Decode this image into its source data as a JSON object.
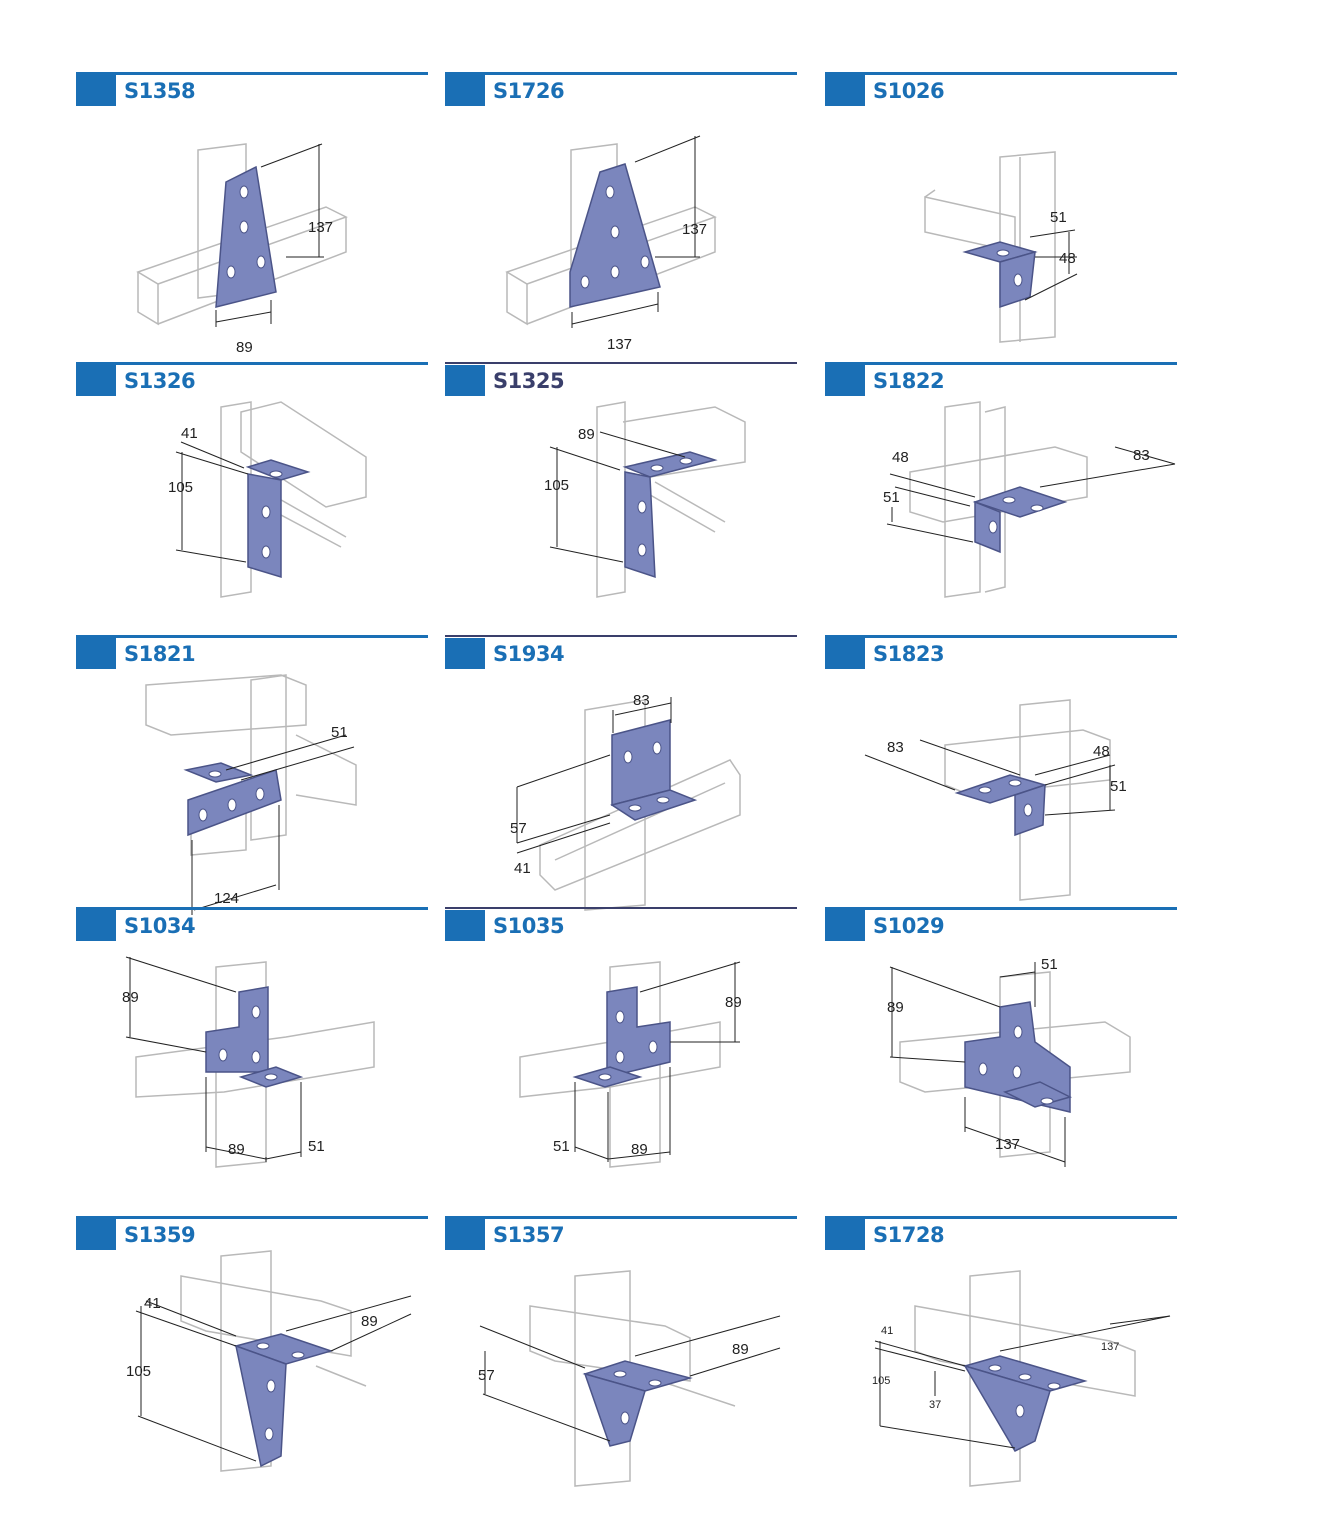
{
  "colors": {
    "accent": "#1a6fb5",
    "plate": "#7b86bd",
    "plate_edge": "#4b5488",
    "channel": "#b9b9b9"
  },
  "fittings": [
    {
      "code": "S1358",
      "dims": [
        "137",
        "89"
      ]
    },
    {
      "code": "S1726",
      "dims": [
        "137",
        "137"
      ]
    },
    {
      "code": "S1026",
      "dims": [
        "51",
        "48"
      ]
    },
    {
      "code": "S1326",
      "dims": [
        "41",
        "105"
      ]
    },
    {
      "code": "S1325",
      "dims": [
        "89",
        "105"
      ]
    },
    {
      "code": "S1822",
      "dims": [
        "48",
        "51",
        "83"
      ]
    },
    {
      "code": "S1821",
      "dims": [
        "51",
        "124"
      ]
    },
    {
      "code": "S1934",
      "dims": [
        "83",
        "57",
        "41"
      ]
    },
    {
      "code": "S1823",
      "dims": [
        "83",
        "48",
        "51"
      ]
    },
    {
      "code": "S1034",
      "dims": [
        "89",
        "89",
        "51"
      ]
    },
    {
      "code": "S1035",
      "dims": [
        "89",
        "51",
        "89"
      ]
    },
    {
      "code": "S1029",
      "dims": [
        "51",
        "89",
        "137"
      ]
    },
    {
      "code": "S1359",
      "dims": [
        "41",
        "105",
        "89"
      ]
    },
    {
      "code": "S1357",
      "dims": [
        "57",
        "89"
      ]
    },
    {
      "code": "S1728",
      "dims": [
        "41",
        "105",
        "37",
        "137"
      ]
    }
  ]
}
